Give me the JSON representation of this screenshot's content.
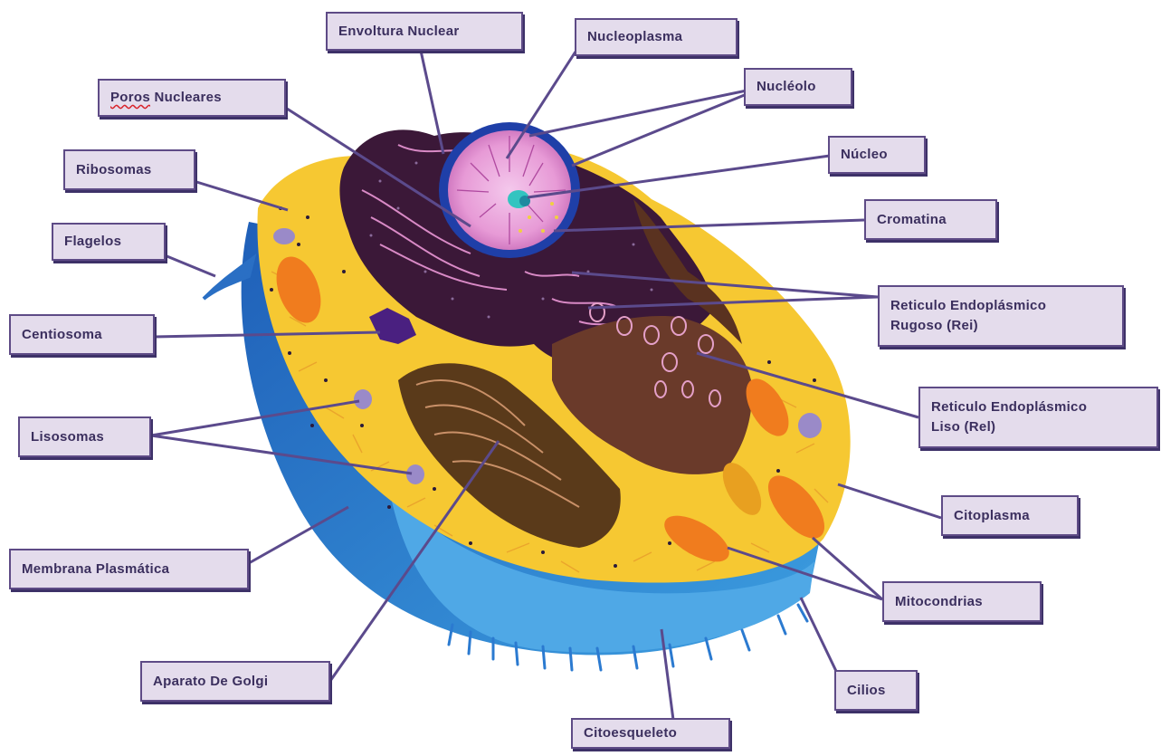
{
  "labels": {
    "envoltura_nuclear": "Envoltura Nuclear",
    "nucleoplasma": "Nucleoplasma",
    "nucleolo": "Nucléolo",
    "poros_word": "Poros",
    "poros_rest": " Nucleares",
    "nucleo": "Núcleo",
    "ribosomas": "Ribosomas",
    "cromatina": "Cromatina",
    "flagelos": "Flagelos",
    "rer_line1": "Reticulo Endoplásmico",
    "rer_line2": "Rugoso (Rei)",
    "centiosoma": "Centiosoma",
    "rel_line1": "Reticulo Endoplásmico",
    "rel_line2": "Liso (Rel)",
    "lisosomas": "Lisosomas",
    "citoplasma": "Citoplasma",
    "membrana_plasmatica": "Membrana Plasmática",
    "mitocondrias": "Mitocondrias",
    "aparato_de_golgi": "Aparato De Golgi",
    "cilios": "Cilios",
    "citoesqueleto": "Citoesqueleto"
  },
  "colors": {
    "label_fill": "#e4dcec",
    "label_border": "#5e4b86",
    "leader_line": "#5b4a8c",
    "membrane_blue": "#2a6fc4",
    "cytoplasm_yellow": "#f6c832",
    "nucleus_dark": "#3b1838",
    "nucleoplasm_pink": "#e9a0d8",
    "golgi_brown": "#5a3a1a",
    "mitochondria_orange": "#f07c1e",
    "lysosome_violet": "#9a8ac8"
  }
}
